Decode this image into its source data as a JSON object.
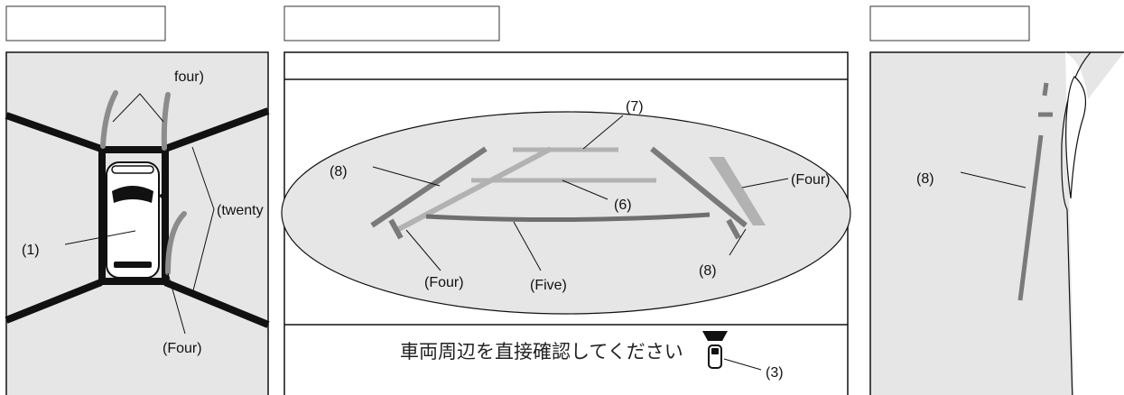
{
  "colors": {
    "display_bg": "#e6e6e6",
    "line_dark": "#111111",
    "guide_gray": "#8c8c8c",
    "guide_light": "#b2b2b2",
    "guide_mid": "#7a7a7a"
  },
  "left_panel": {
    "header_label": "",
    "callout_four_top": "four)",
    "callout_twenty": "(twenty",
    "callout_1": "(1)",
    "callout_four_bottom": "(Four)"
  },
  "center_panel": {
    "header_label": "",
    "callout_7": "(7)",
    "callout_8_left": "(8)",
    "callout_four_right": "(Four)",
    "callout_6": "(6)",
    "callout_four_left": "(Four)",
    "callout_five": "(Five)",
    "callout_8_right": "(8)",
    "warning_message": "車両周辺を直接確認してください",
    "callout_3": "(3)"
  },
  "right_panel": {
    "header_label": "",
    "callout_8": "(8)"
  }
}
